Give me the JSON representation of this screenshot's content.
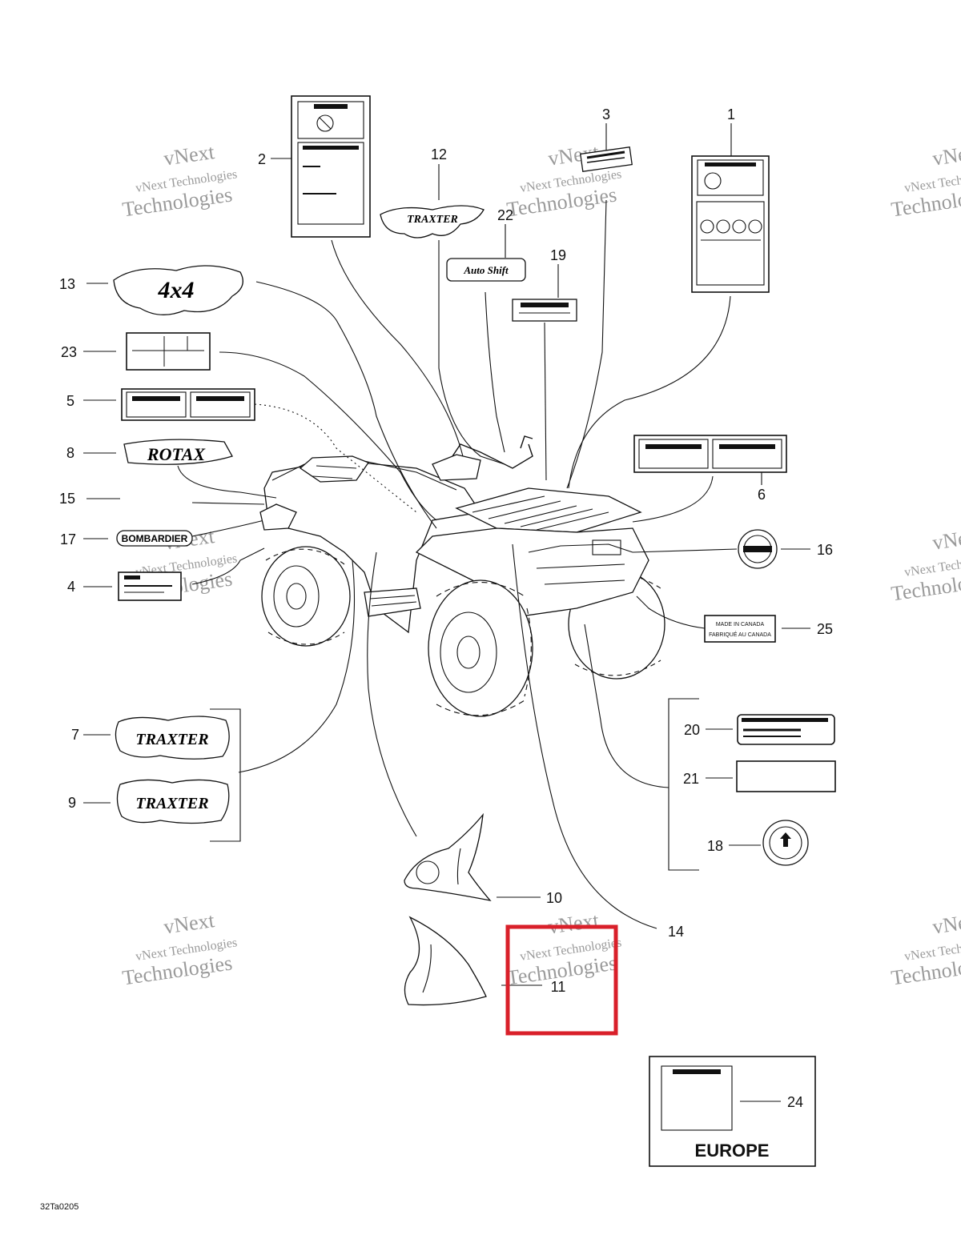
{
  "diagram": {
    "callouts": {
      "c1": "1",
      "c2": "2",
      "c3": "3",
      "c4": "4",
      "c5": "5",
      "c6": "6",
      "c7": "7",
      "c8": "8",
      "c9": "9",
      "c10": "10",
      "c11": "11",
      "c12": "12",
      "c13": "13",
      "c14": "14",
      "c15": "15",
      "c16": "16",
      "c17": "17",
      "c18": "18",
      "c19": "19",
      "c20": "20",
      "c21": "21",
      "c22": "22",
      "c23": "23",
      "c24": "24",
      "c25": "25"
    },
    "decal_text": {
      "traxter": "TRAXTER",
      "rotax": "ROTAX",
      "bombardier": "BOMBARDIER",
      "autoshift": "Auto Shift",
      "made_in_canada": "MADE IN CANADA",
      "fabrique_au_canada": "FABRIQUÉ AU CANADA",
      "four_by_four": "4x4"
    },
    "region_label": "EUROPE",
    "reference_code": "32Ta0205",
    "watermark": {
      "line1": "vNext",
      "line2": "vNext Technologies",
      "line3": "Technologies"
    },
    "highlight_color": "#d9202a"
  }
}
